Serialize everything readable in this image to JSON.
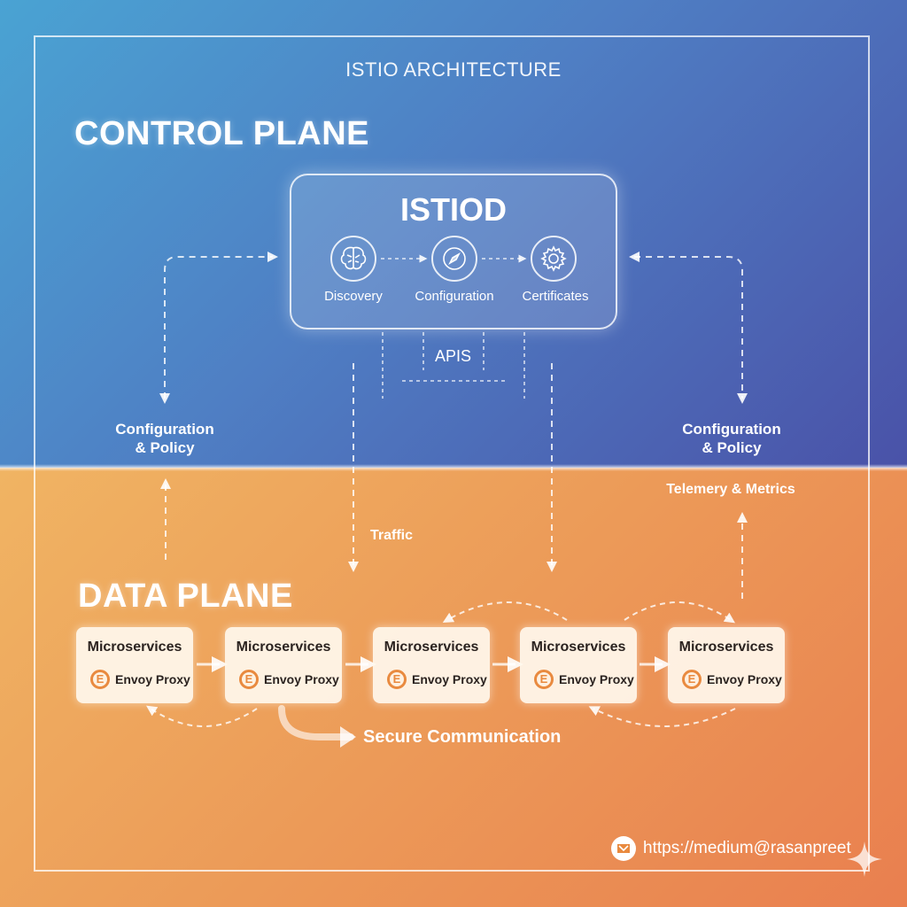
{
  "header": {
    "title": "ISTIO ARCHITECTURE"
  },
  "control_plane": {
    "title": "CONTROL PLANE",
    "istiod": {
      "title": "ISTIOD",
      "components": [
        {
          "label": "Discovery",
          "icon": "brain-icon"
        },
        {
          "label": "Configuration",
          "icon": "compass-icon"
        },
        {
          "label": "Certificates",
          "icon": "gear-icon"
        }
      ]
    },
    "apis_label": "APIS",
    "left_label": "Configuration\n& Policy",
    "right_label": "Configuration\n& Policy"
  },
  "data_plane": {
    "title": "DATA PLANE",
    "traffic_label": "Traffic",
    "telemetry_label": "Telemery & Metrics",
    "secure_label": "Secure Communication",
    "services": [
      {
        "title": "Microservices",
        "badge": "E",
        "proxy": "Envoy Proxy"
      },
      {
        "title": "Microservices",
        "badge": "E",
        "proxy": "Envoy Proxy"
      },
      {
        "title": "Microservices",
        "badge": "E",
        "proxy": "Envoy Proxy"
      },
      {
        "title": "Microservices",
        "badge": "E",
        "proxy": "Envoy Proxy"
      },
      {
        "title": "Microservices",
        "badge": "E",
        "proxy": "Envoy Proxy"
      }
    ]
  },
  "footer": {
    "credit": "https://medium@rasanpreet"
  },
  "colors": {
    "control_plane_bg": "#4f7fc4",
    "data_plane_bg": "#ec9a58",
    "envoy_accent": "#e98a3f",
    "card_bg": "#fff8ee"
  }
}
